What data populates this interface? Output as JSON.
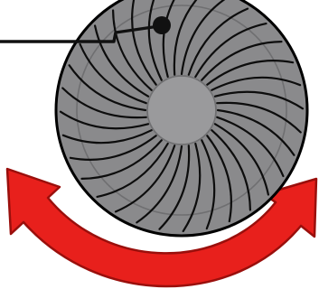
{
  "diagram": {
    "kind": "rotary-knob-illustration",
    "elements": [
      "indicator-line",
      "indicator-dot",
      "knob-body",
      "knob-grooves",
      "knob-center-hub",
      "rotation-arrow"
    ],
    "groove_count": 32,
    "rotation_arrow": {
      "direction": "bidirectional",
      "meaning": "turn-left-or-right"
    }
  },
  "colors": {
    "knob_fill": "#8a8a8c",
    "knob_stroke": "#000000",
    "hub_fill": "#9a9a9c",
    "inner_ring": "#6f6f71",
    "groove": "#0d0d0d",
    "indicator": "#111111",
    "arrow_fill": "#e8201c",
    "arrow_stroke": "#9a0f0c",
    "background": "#ffffff"
  }
}
